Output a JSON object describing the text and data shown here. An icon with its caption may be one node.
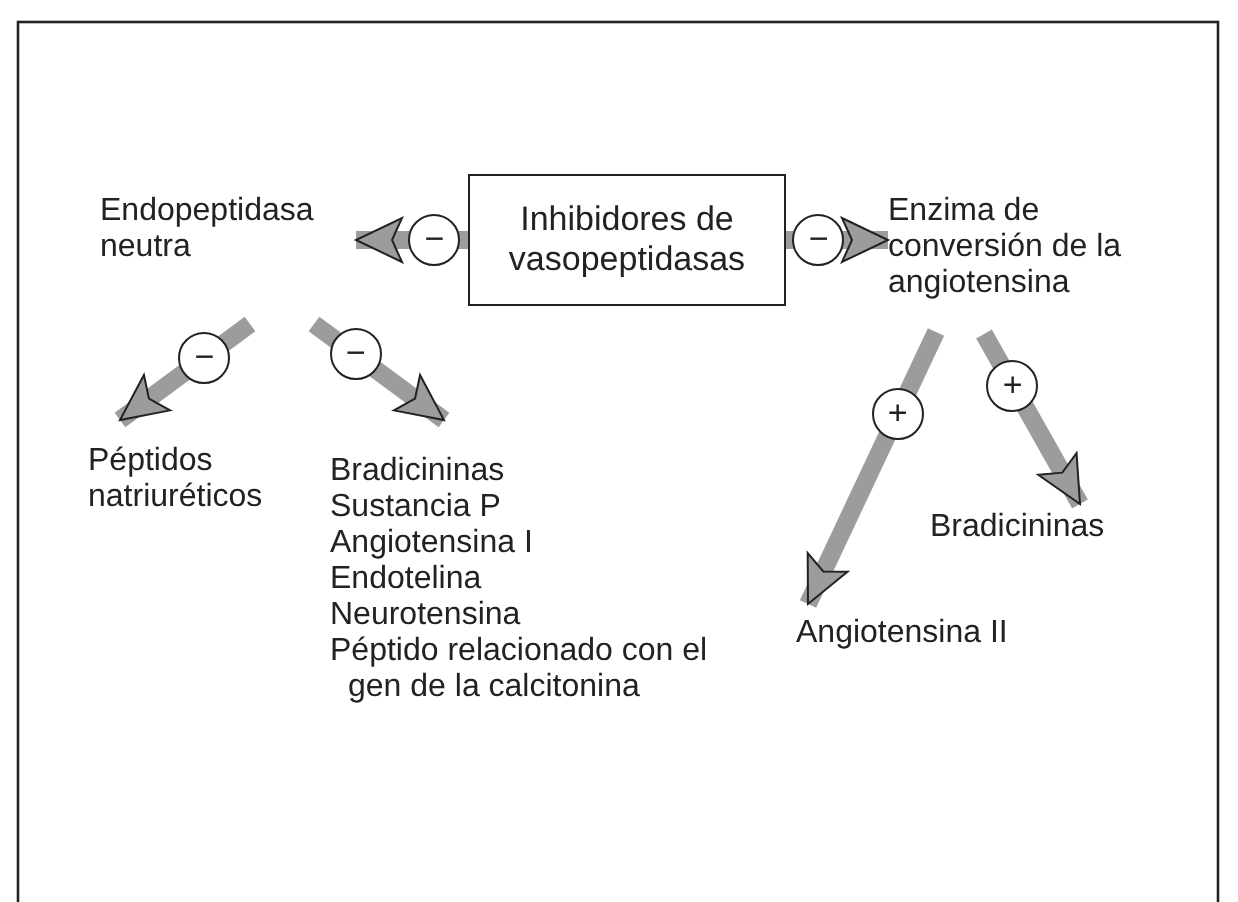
{
  "diagram": {
    "nodes": [
      {
        "text": [
          "Inhibidores de vasopeptidasas"
        ]
      },
      {
        "text": [
          "Endopeptidasa neutra"
        ]
      },
      {
        "text": [
          "Enzima de conversión de la angiotensina"
        ]
      },
      {
        "text": [
          "Péptidos natriuréticos"
        ]
      },
      {
        "text": [
          "Bradicininas",
          "Sustancia P",
          "Angiotensina I",
          "Endotelina",
          "Neurotensina",
          "Péptido relacionado con el gen de la calcitonina"
        ]
      },
      {
        "text": [
          "Angiotensina II"
        ]
      },
      {
        "text": [
          "Bradicininas"
        ]
      }
    ],
    "edges": [
      {
        "from": 0,
        "to": 1,
        "arrow": "to",
        "label": "−"
      },
      {
        "from": 0,
        "to": 2,
        "arrow": "to",
        "label": "−"
      },
      {
        "from": 1,
        "to": 3,
        "arrow": "to",
        "label": "−"
      },
      {
        "from": 1,
        "to": 4,
        "arrow": "to",
        "label": "−"
      },
      {
        "from": 2,
        "to": 5,
        "arrow": "to",
        "label": "+"
      },
      {
        "from": 2,
        "to": 6,
        "arrow": "to",
        "label": "+"
      }
    ]
  }
}
